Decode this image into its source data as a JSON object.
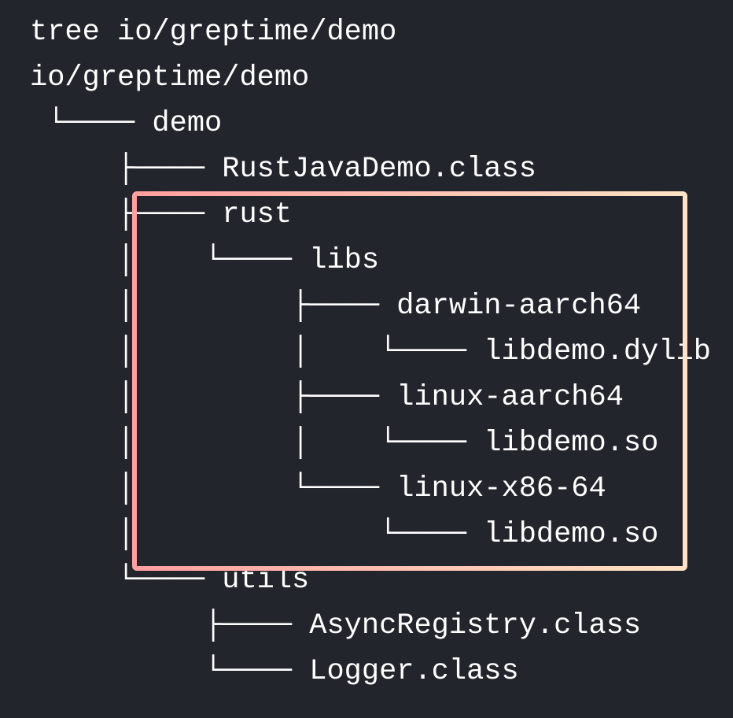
{
  "terminal": {
    "background": "#22252c",
    "text_color": "#ffffff",
    "lines": [
      "tree io/greptime/demo",
      "io/greptime/demo",
      " └──── demo",
      "     ├──── RustJavaDemo.class",
      "     ├──── rust",
      "     │    └──── libs",
      "     │         ├──── darwin-aarch64",
      "     │         │    └──── libdemo.dylib",
      "     │         ├──── linux-aarch64",
      "     │         │    └──── libdemo.so",
      "     │         └──── linux-x86-64",
      "     │              └──── libdemo.so",
      "     └──── utils",
      "          ├──── AsyncRegistry.class",
      "          └──── Logger.class"
    ]
  },
  "highlight": {
    "gradient_start": "#ff9f9f",
    "gradient_end": "#ffe3c4"
  }
}
